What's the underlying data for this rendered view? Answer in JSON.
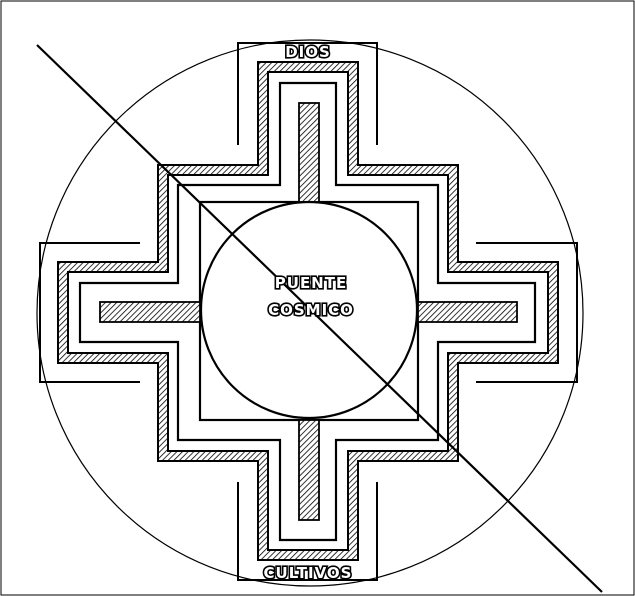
{
  "diagram": {
    "labels": {
      "top": "DIOS",
      "bottom": "CULTIVOS",
      "center_line1": "PUENTE",
      "center_line2": "COSMICO"
    },
    "colors": {
      "stroke": "#000000",
      "background": "#ffffff",
      "hatch": "#000000"
    }
  }
}
